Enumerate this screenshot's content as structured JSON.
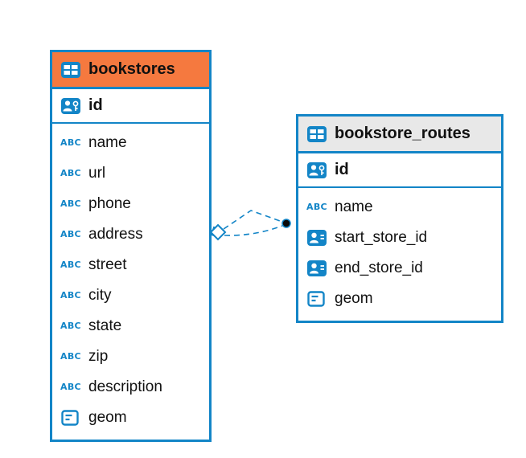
{
  "canvas": {
    "background": "#ffffff"
  },
  "colors": {
    "accent_blue": "#1385c7",
    "header_orange": "#f5793f",
    "header_gray": "#e8e8e8",
    "connector_dot": "#0a0a0a"
  },
  "icons": {
    "abc_label": "ABC"
  },
  "tables": [
    {
      "name": "bookstores",
      "header_style": "orange",
      "primary_key": {
        "name": "id",
        "type": "primary-key"
      },
      "fields": [
        {
          "name": "name",
          "type": "text"
        },
        {
          "name": "url",
          "type": "text"
        },
        {
          "name": "phone",
          "type": "text"
        },
        {
          "name": "address",
          "type": "text"
        },
        {
          "name": "street",
          "type": "text"
        },
        {
          "name": "city",
          "type": "text"
        },
        {
          "name": "state",
          "type": "text"
        },
        {
          "name": "zip",
          "type": "text"
        },
        {
          "name": "description",
          "type": "text"
        },
        {
          "name": "geom",
          "type": "geometry"
        }
      ]
    },
    {
      "name": "bookstore_routes",
      "header_style": "gray",
      "primary_key": {
        "name": "id",
        "type": "primary-key"
      },
      "fields": [
        {
          "name": "name",
          "type": "text"
        },
        {
          "name": "start_store_id",
          "type": "reference"
        },
        {
          "name": "end_store_id",
          "type": "reference"
        },
        {
          "name": "geom",
          "type": "geometry"
        }
      ]
    }
  ],
  "relationship": {
    "from_table": "bookstores",
    "to_table": "bookstore_routes",
    "line_style": "dashed",
    "from_marker": "diamond",
    "to_marker": "dot"
  }
}
